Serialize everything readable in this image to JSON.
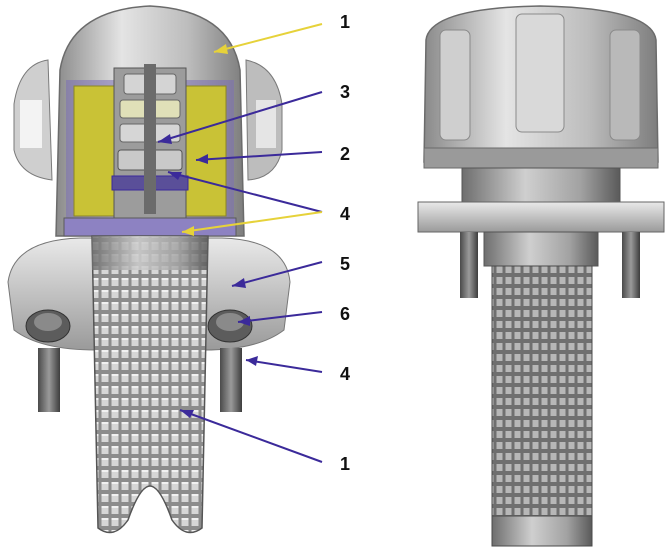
{
  "diagram": {
    "callouts": [
      {
        "id": "c1a",
        "label": "1",
        "color": "yellow"
      },
      {
        "id": "c3",
        "label": "3",
        "color": "purple"
      },
      {
        "id": "c2",
        "label": "2",
        "color": "purple"
      },
      {
        "id": "c4a",
        "label": "4",
        "color": "purple-yellow"
      },
      {
        "id": "c5",
        "label": "5",
        "color": "purple"
      },
      {
        "id": "c6",
        "label": "6",
        "color": "purple"
      },
      {
        "id": "c4b",
        "label": "4",
        "color": "purple"
      },
      {
        "id": "c1b",
        "label": "1",
        "color": "purple"
      }
    ],
    "colors": {
      "leader_purple": "#3b2a9a",
      "leader_yellow": "#e6d23a",
      "seal_yellow": "#c9c236",
      "metal_light": "#d8d8d8",
      "metal_mid": "#a9a9a9",
      "metal_dark": "#5e5e5e"
    }
  }
}
